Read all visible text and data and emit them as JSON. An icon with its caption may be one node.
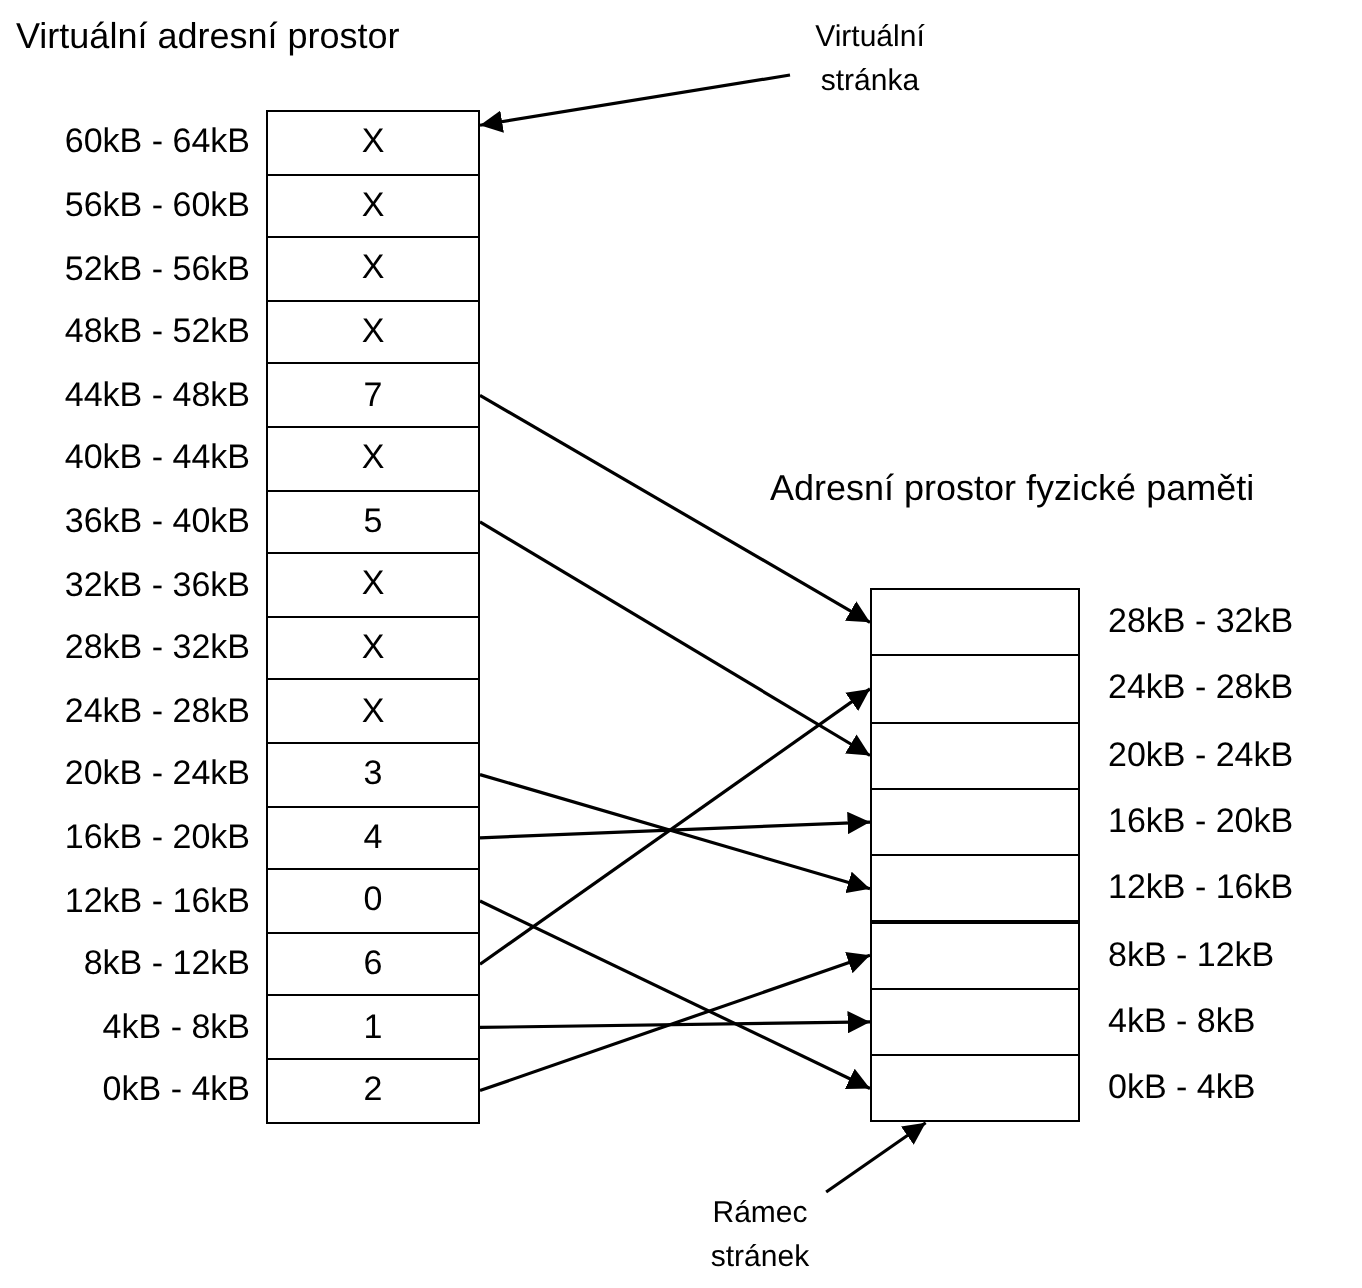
{
  "diagram": {
    "nodes": [
      {
        "text": [
          "X"
        ],
        "beside": [
          "60kB - 64kB"
        ]
      },
      {
        "text": [
          "X"
        ],
        "beside": [
          "56kB - 60kB"
        ]
      },
      {
        "text": [
          "X"
        ],
        "beside": [
          "52kB - 56kB"
        ]
      },
      {
        "text": [
          "X"
        ],
        "beside": [
          "48kB - 52kB"
        ]
      },
      {
        "text": [
          "7"
        ],
        "beside": [
          "44kB - 48kB"
        ]
      },
      {
        "text": [
          "X"
        ],
        "beside": [
          "40kB - 44kB"
        ]
      },
      {
        "text": [
          "5"
        ],
        "beside": [
          "36kB - 40kB"
        ]
      },
      {
        "text": [
          "X"
        ],
        "beside": [
          "32kB - 36kB"
        ]
      },
      {
        "text": [
          "X"
        ],
        "beside": [
          "28kB - 32kB"
        ]
      },
      {
        "text": [
          "X"
        ],
        "beside": [
          "24kB - 28kB"
        ]
      },
      {
        "text": [
          "3"
        ],
        "beside": [
          "20kB - 24kB"
        ]
      },
      {
        "text": [
          "4"
        ],
        "beside": [
          "16kB - 20kB"
        ]
      },
      {
        "text": [
          "0"
        ],
        "beside": [
          "12kB - 16kB"
        ]
      },
      {
        "text": [
          "6"
        ],
        "beside": [
          "8kB - 12kB"
        ]
      },
      {
        "text": [
          "1"
        ],
        "beside": [
          "4kB - 8kB"
        ]
      },
      {
        "text": [
          "2"
        ],
        "beside": [
          "0kB - 4kB"
        ]
      },
      {
        "text": [
          "Virtuální stránka"
        ]
      },
      {
        "text": [],
        "shape": "box",
        "beside": [
          "28kB - 32kB"
        ]
      },
      {
        "text": [],
        "shape": "box",
        "beside": [
          "24kB - 28kB"
        ]
      },
      {
        "text": [],
        "shape": "box",
        "beside": [
          "20kB - 24kB"
        ]
      },
      {
        "text": [],
        "shape": "box",
        "beside": [
          "16kB - 20kB"
        ]
      },
      {
        "text": [],
        "shape": "box",
        "beside": [
          "12kB - 16kB"
        ]
      },
      {
        "text": [],
        "shape": "box",
        "beside": [
          "8kB - 12kB"
        ]
      },
      {
        "text": [],
        "shape": "box",
        "beside": [
          "4kB - 8kB"
        ]
      },
      {
        "text": [],
        "shape": "box",
        "beside": [
          "0kB - 4kB"
        ]
      },
      {
        "text": [
          "Rámec stránek"
        ]
      }
    ],
    "edges": [
      {
        "from": 16,
        "to": 0,
        "arrow": "to"
      },
      {
        "from": 4,
        "to": 17,
        "arrow": "to"
      },
      {
        "from": 6,
        "to": 19,
        "arrow": "to"
      },
      {
        "from": 10,
        "to": 21,
        "arrow": "to"
      },
      {
        "from": 11,
        "to": 20,
        "arrow": "to"
      },
      {
        "from": 12,
        "to": 24,
        "arrow": "to"
      },
      {
        "from": 13,
        "to": 18,
        "arrow": "to"
      },
      {
        "from": 14,
        "to": 23,
        "arrow": "to"
      },
      {
        "from": 15,
        "to": 22,
        "arrow": "to"
      },
      {
        "from": 25,
        "to": 24,
        "arrow": "to"
      }
    ],
    "labels": [
      "Virtuální adresní prostor",
      "Adresní prostor fyzické paměti"
    ]
  }
}
